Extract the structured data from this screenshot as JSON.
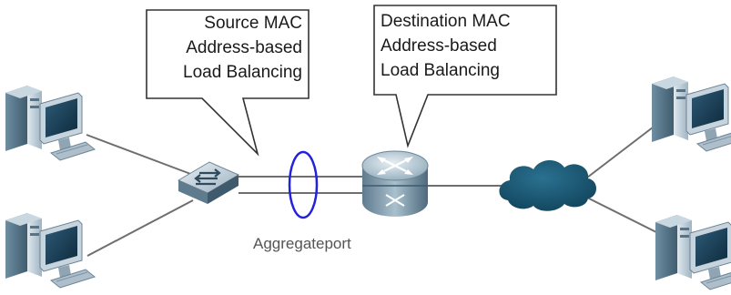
{
  "callouts": {
    "source": {
      "line1": "Source MAC",
      "line2": "Address-based",
      "line3": "Load Balancing"
    },
    "destination": {
      "line1": "Destination MAC",
      "line2": "Address-based",
      "line3": "Load Balancing"
    }
  },
  "aggregate_label": "Aggregateport",
  "colors": {
    "aggregate_ring": "#2222dd",
    "device_body": "#8aa6b8",
    "device_dark": "#3f5a6c",
    "cloud": "#164d66",
    "link": "#6e6e6e"
  },
  "icons": {
    "left_devices": [
      "pc-icon",
      "pc-icon"
    ],
    "switch": "switch-icon",
    "router": "router-icon",
    "cloud": "cloud-icon",
    "right_devices": [
      "pc-icon",
      "pc-icon"
    ]
  }
}
